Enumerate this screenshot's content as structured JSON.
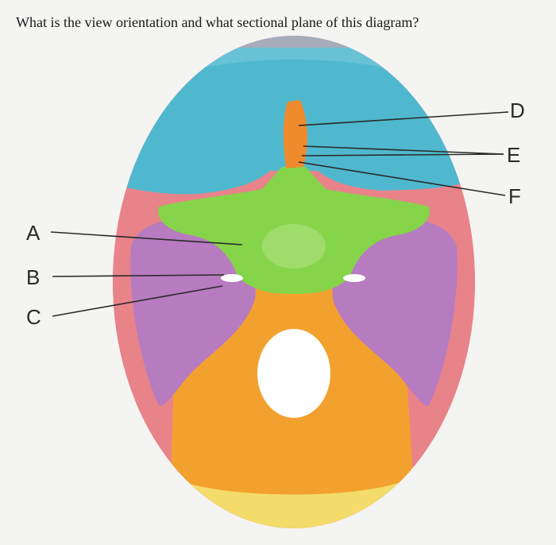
{
  "question": "What is the view orientation and what sectional plane of this diagram?",
  "labels": {
    "a": "A",
    "b": "B",
    "c": "C",
    "d": "D",
    "e": "E",
    "f": "F"
  },
  "colors": {
    "background": "#f4f4f3",
    "frontal_bone": "#4fb8cf",
    "sphenoid_bone": "#86d44a",
    "temporal_bone": "#b77bc0",
    "occipital_bone": "#f3a12e",
    "parietal_bone": "#e8838a",
    "ethmoid_bone": "#ef8a2d",
    "skull_rim": "#f3dc6a",
    "leader_line": "#2a2a2a"
  }
}
